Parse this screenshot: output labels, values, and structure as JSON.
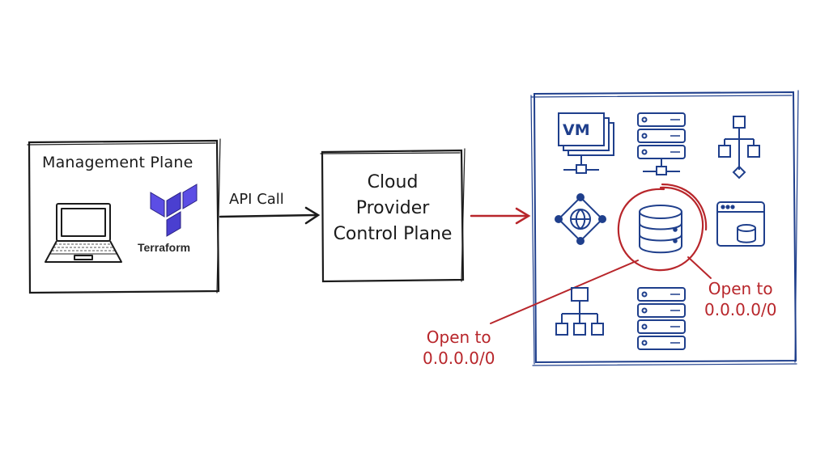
{
  "management_plane": {
    "title": "Management Plane",
    "terraform_label": "Terraform"
  },
  "api_arrow": {
    "label": "API Call"
  },
  "control_plane": {
    "line1": "Cloud",
    "line2": "Provider",
    "line3": "Control Plane"
  },
  "cloud_resources": {
    "vm_label": "VM",
    "icons": [
      "vm-icon",
      "server-rack-icon",
      "hierarchy-icon",
      "network-globe-icon",
      "database-icon",
      "browser-db-icon",
      "tree-icon",
      "server-stack-icon"
    ]
  },
  "annotations": {
    "right_line1": "Open to",
    "right_line2": "0.0.0.0/0",
    "left_line1": "Open to",
    "left_line2": "0.0.0.0/0"
  },
  "colors": {
    "ink": "#1b1b1b",
    "blue": "#1f3f8c",
    "red": "#b8262b",
    "terraform_purple": "#5c4ee5"
  }
}
